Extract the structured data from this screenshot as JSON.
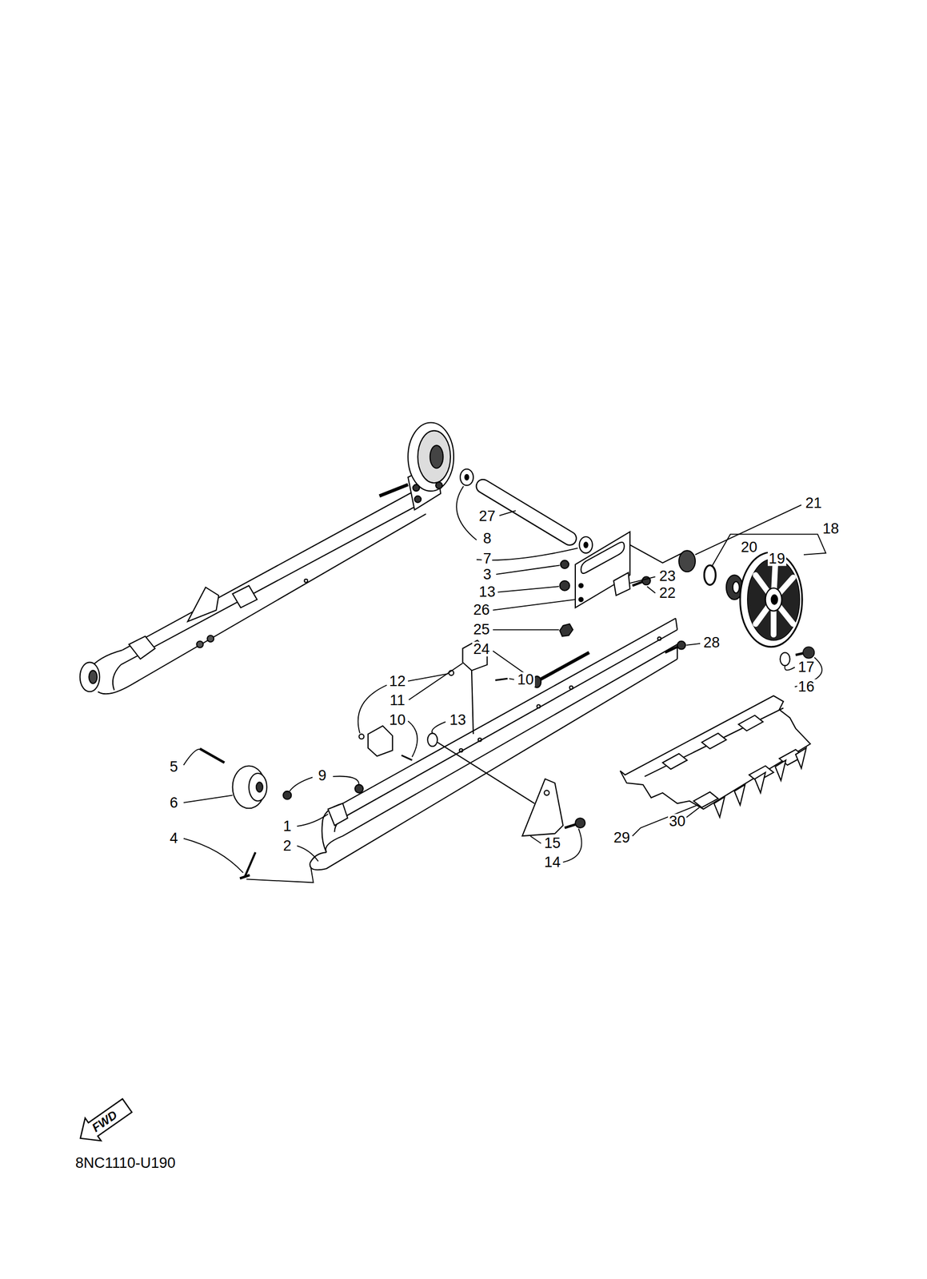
{
  "diagram": {
    "labels": [
      "21",
      "18",
      "27",
      "20",
      "19",
      "8",
      "7",
      "3",
      "23",
      "13",
      "22",
      "26",
      "25",
      "28",
      "24",
      "17",
      "12",
      "10",
      "16",
      "11",
      "10",
      "13",
      "5",
      "9",
      "6",
      "30",
      "1",
      "29",
      "4",
      "15",
      "2",
      "14",
      "FWD",
      "8NC1110-U190"
    ]
  }
}
